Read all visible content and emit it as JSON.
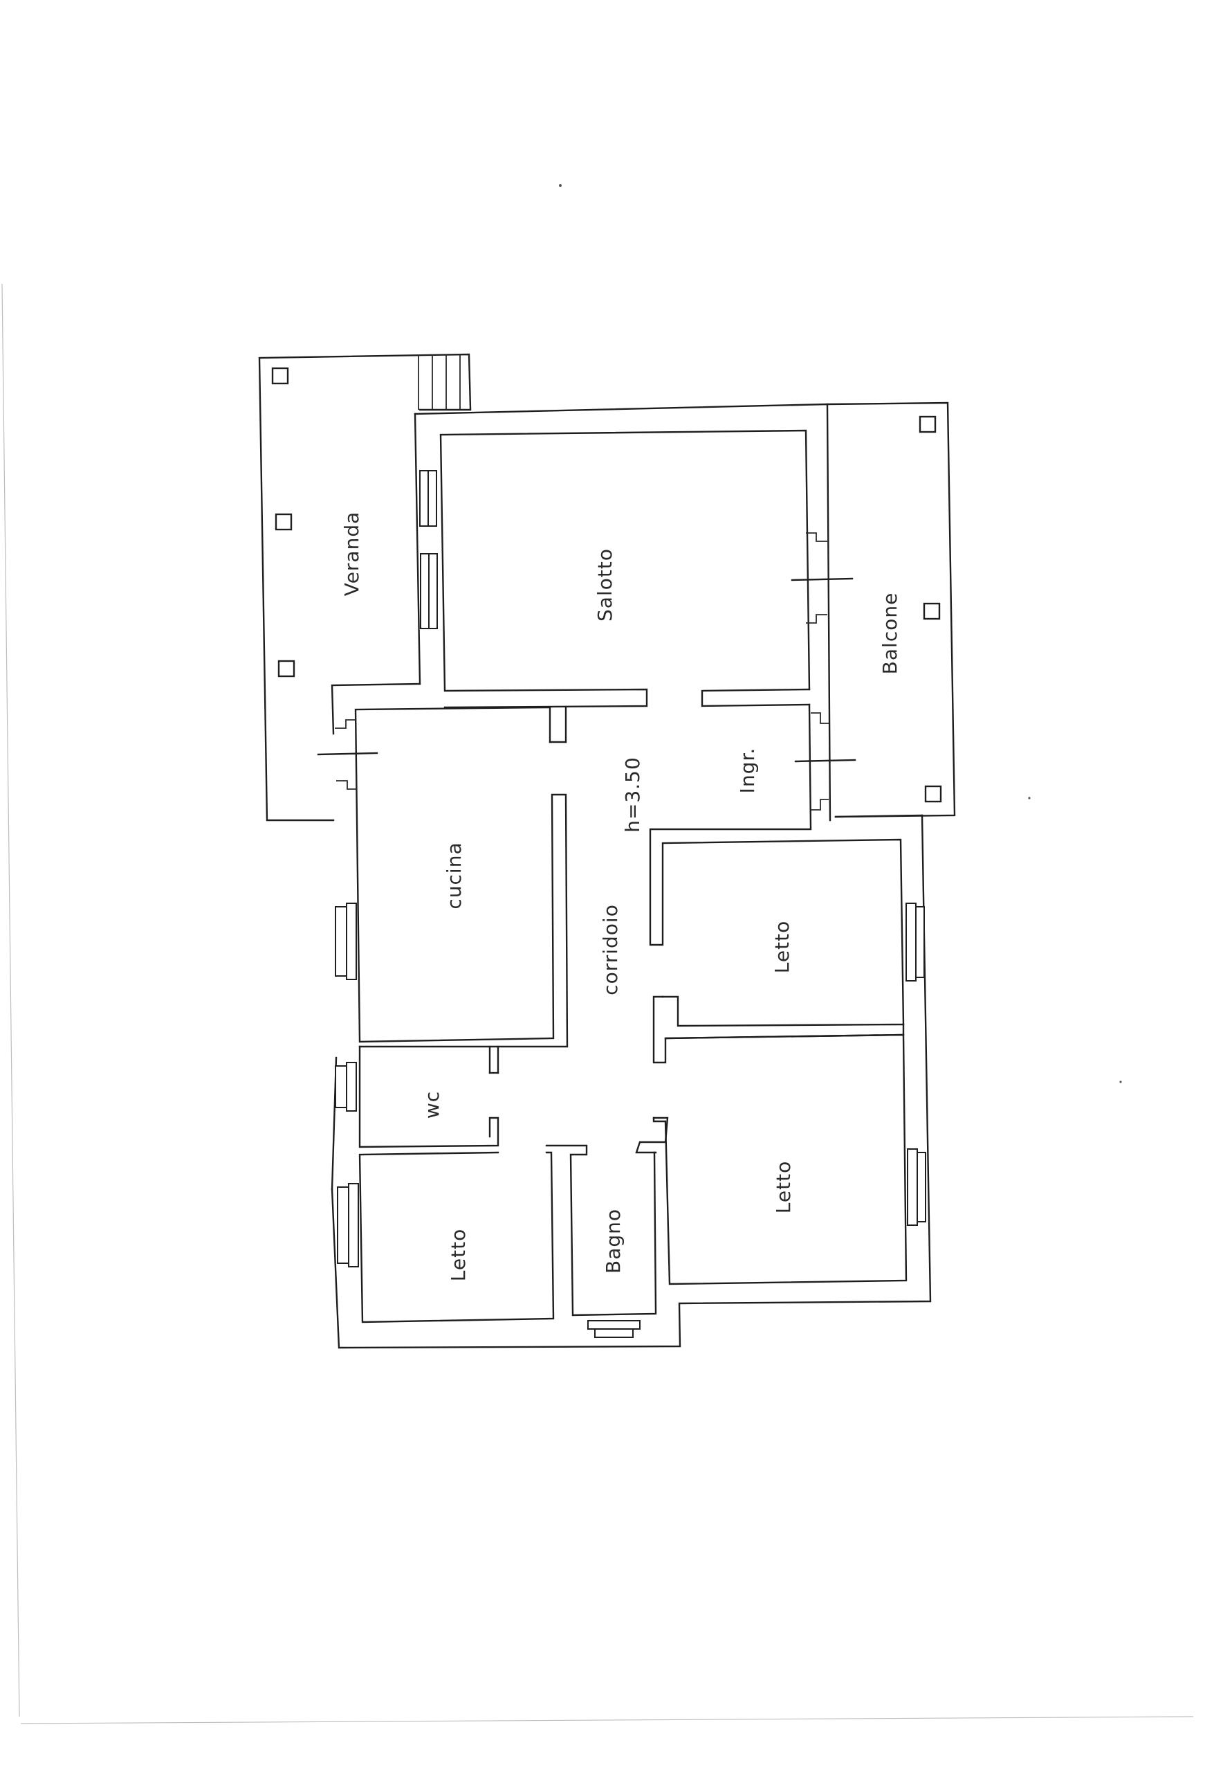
{
  "rooms": {
    "veranda": "Veranda",
    "salotto": "Salotto",
    "balcone": "Balcone",
    "ingresso": "Ingr.",
    "altezza": "h=3.50",
    "cucina": "cucina",
    "corridoio": "corridoio",
    "letto_1": "Letto",
    "letto_2": "Letto",
    "letto_3": "Letto",
    "wc": "wc",
    "bagno": "Bagno"
  },
  "colors": {
    "ink": "#1e1e1e",
    "paper": "#ffffff"
  }
}
